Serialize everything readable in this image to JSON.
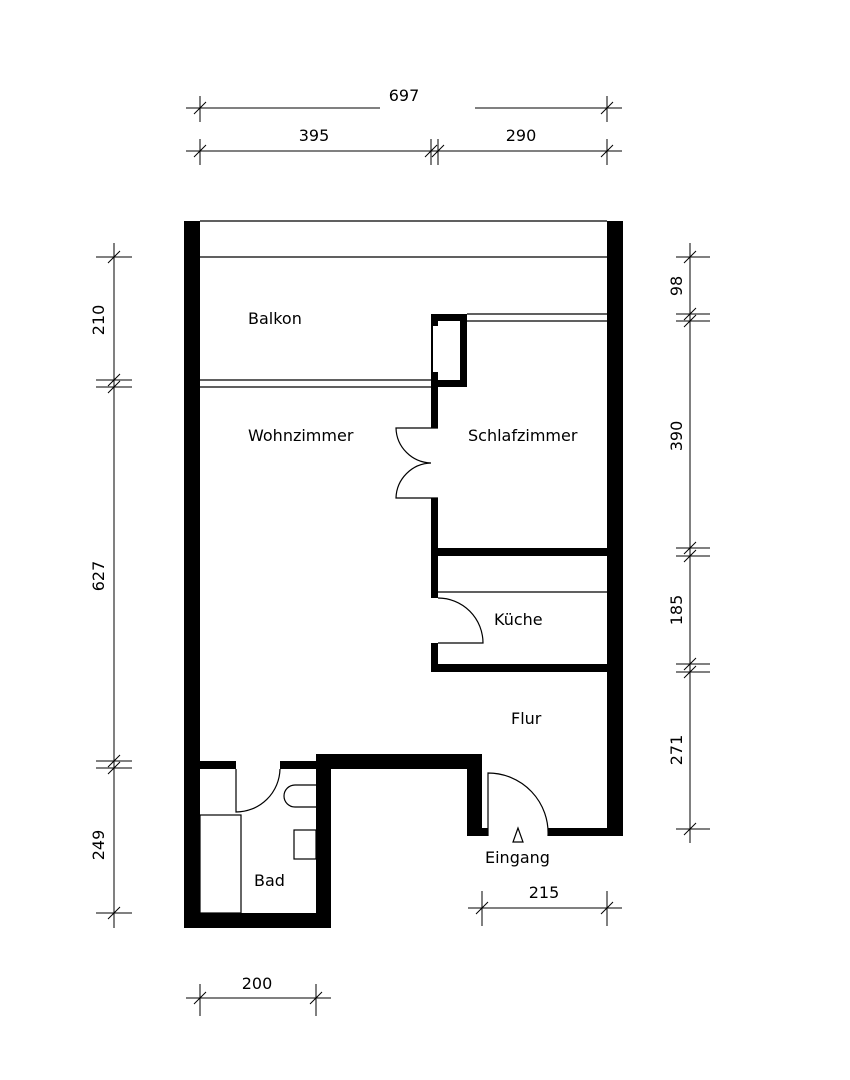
{
  "rooms": {
    "balkon": "Balkon",
    "wohnzimmer": "Wohnzimmer",
    "schlafzimmer": "Schlafzimmer",
    "kueche": "Küche",
    "flur": "Flur",
    "bad": "Bad",
    "eingang": "Eingang"
  },
  "dimensions": {
    "total_width": "697",
    "left_width": "395",
    "right_width": "290",
    "left_balkon": "210",
    "left_main": "627",
    "left_bad": "249",
    "right_balkon": "98",
    "right_schlaf": "390",
    "right_kueche": "185",
    "right_flur": "271",
    "entrance_width": "215",
    "bad_width": "200"
  }
}
